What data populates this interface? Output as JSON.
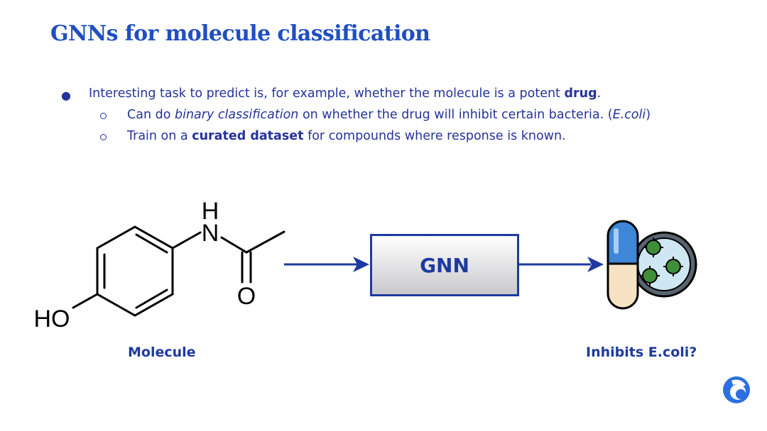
{
  "title": "GNNs for molecule classification",
  "bullets": {
    "main": {
      "prefix": "Interesting task to predict is, for example, whether the molecule is a potent ",
      "bold": "drug",
      "suffix": "."
    },
    "sub1": {
      "prefix": "Can do ",
      "italic": "binary classification",
      "middle": " on whether the drug will inhibit certain bacteria. (",
      "italic2": "E.coli",
      "suffix": ")"
    },
    "sub2": {
      "prefix": "Train on a ",
      "bold": "curated dataset",
      "suffix": " for compounds where response is known."
    }
  },
  "diagram": {
    "molecule_labels": {
      "h": "H",
      "n": "N",
      "o": "O",
      "ho": "HO"
    },
    "box_label": "GNN",
    "left_caption": "Molecule",
    "right_caption": "Inhibits E.coli?"
  },
  "colors": {
    "title": "#1f4fc0",
    "text": "#25339a",
    "arrow": "#1e3aa0",
    "logo": "#2d6fe0"
  },
  "icons": [
    "pill-icon",
    "bacteria-dish-icon",
    "deepmind-logo-icon"
  ]
}
